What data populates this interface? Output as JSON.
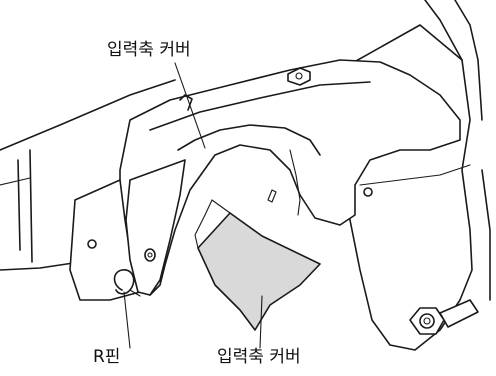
{
  "labels": {
    "top_cover": "입력축 커버",
    "r_pin": "R핀",
    "bottom_cover": "입력축 커버"
  },
  "colors": {
    "line": "#1a1a1a",
    "shaded_cover": "#d9d9d9",
    "background": "#ffffff"
  }
}
